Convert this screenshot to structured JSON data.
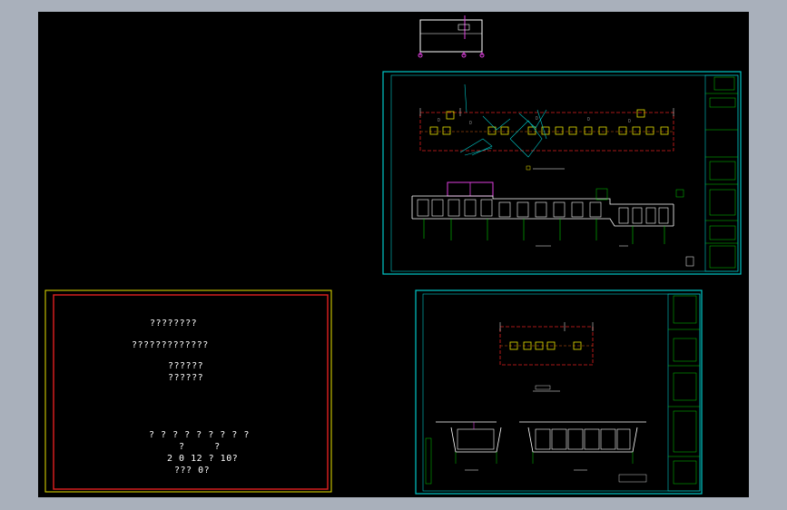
{
  "app": {
    "title": "CAD Viewer"
  },
  "colors": {
    "viewport_frame": "#a9b0bb",
    "canvas": "#000000",
    "sheet_border": "#00c8c8",
    "cover_outer": "#e8e000",
    "cover_inner": "#e02020",
    "accent_yellow": "#e8e000",
    "accent_red": "#e02020",
    "accent_green": "#00d200",
    "accent_magenta": "#e040e0",
    "line_white": "#ffffff",
    "dimension_orange": "#d86010"
  },
  "cover_sheet": {
    "line1": "????????",
    "line2": "?????????????",
    "line3": "??????",
    "line4": "??????",
    "line5": "? ? ? ? ? ? ? ? ?",
    "line6": "?     ?",
    "line7": "2 0 12 ? 10?",
    "line8": "??? 0?"
  },
  "drawing_sheets": [
    {
      "id": "sheet-plan-section-large"
    },
    {
      "id": "sheet-plan-section-small"
    },
    {
      "id": "sheet-legend-top"
    }
  ]
}
